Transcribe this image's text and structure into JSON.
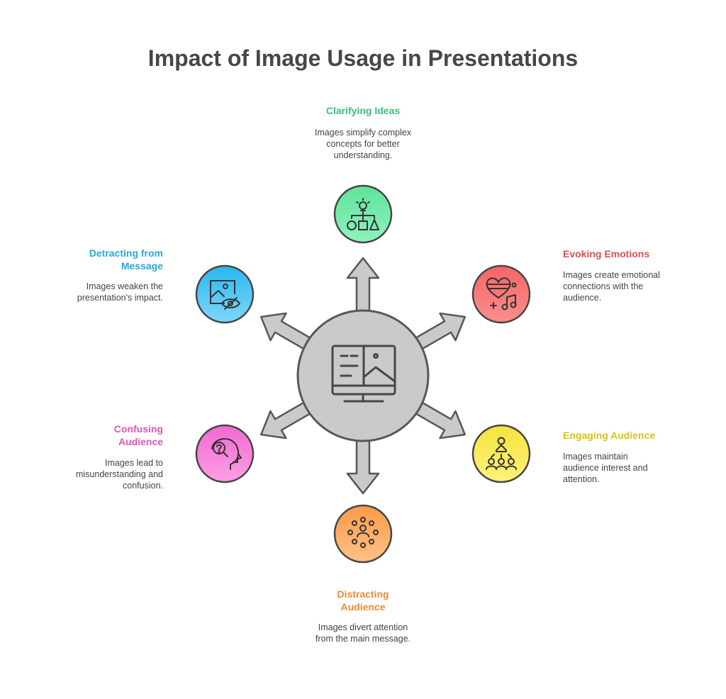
{
  "title": "Impact of Image Usage in Presentations",
  "nodes": [
    {
      "key": "clarifying",
      "heading": "Clarifying Ideas",
      "description": "Images simplify complex concepts for better understanding.",
      "icon": "lightbulb-shapes-icon",
      "color": "#3dbf7a"
    },
    {
      "key": "evoking",
      "heading": "Evoking Emotions",
      "description": "Images create emotional connections with the audience.",
      "icon": "heart-music-icon",
      "color": "#e05050"
    },
    {
      "key": "engaging",
      "heading": "Engaging Audience",
      "description": "Images maintain audience interest and attention.",
      "icon": "presenter-audience-icon",
      "color": "#d9c21a"
    },
    {
      "key": "distracting",
      "heading": "Distracting Audience",
      "description": "Images divert attention from the main message.",
      "icon": "scattered-focus-icon",
      "color": "#ee8a32"
    },
    {
      "key": "confusing",
      "heading": "Confusing Audience",
      "description": "Images lead to misunderstanding and confusion.",
      "icon": "confused-head-icon",
      "color": "#e055b5"
    },
    {
      "key": "detracting",
      "heading": "Detracting from Message",
      "description": "Images weaken the presentation's impact.",
      "icon": "image-hidden-icon",
      "color": "#2aa7d8"
    }
  ],
  "center": {
    "icon": "monitor-image-icon"
  }
}
